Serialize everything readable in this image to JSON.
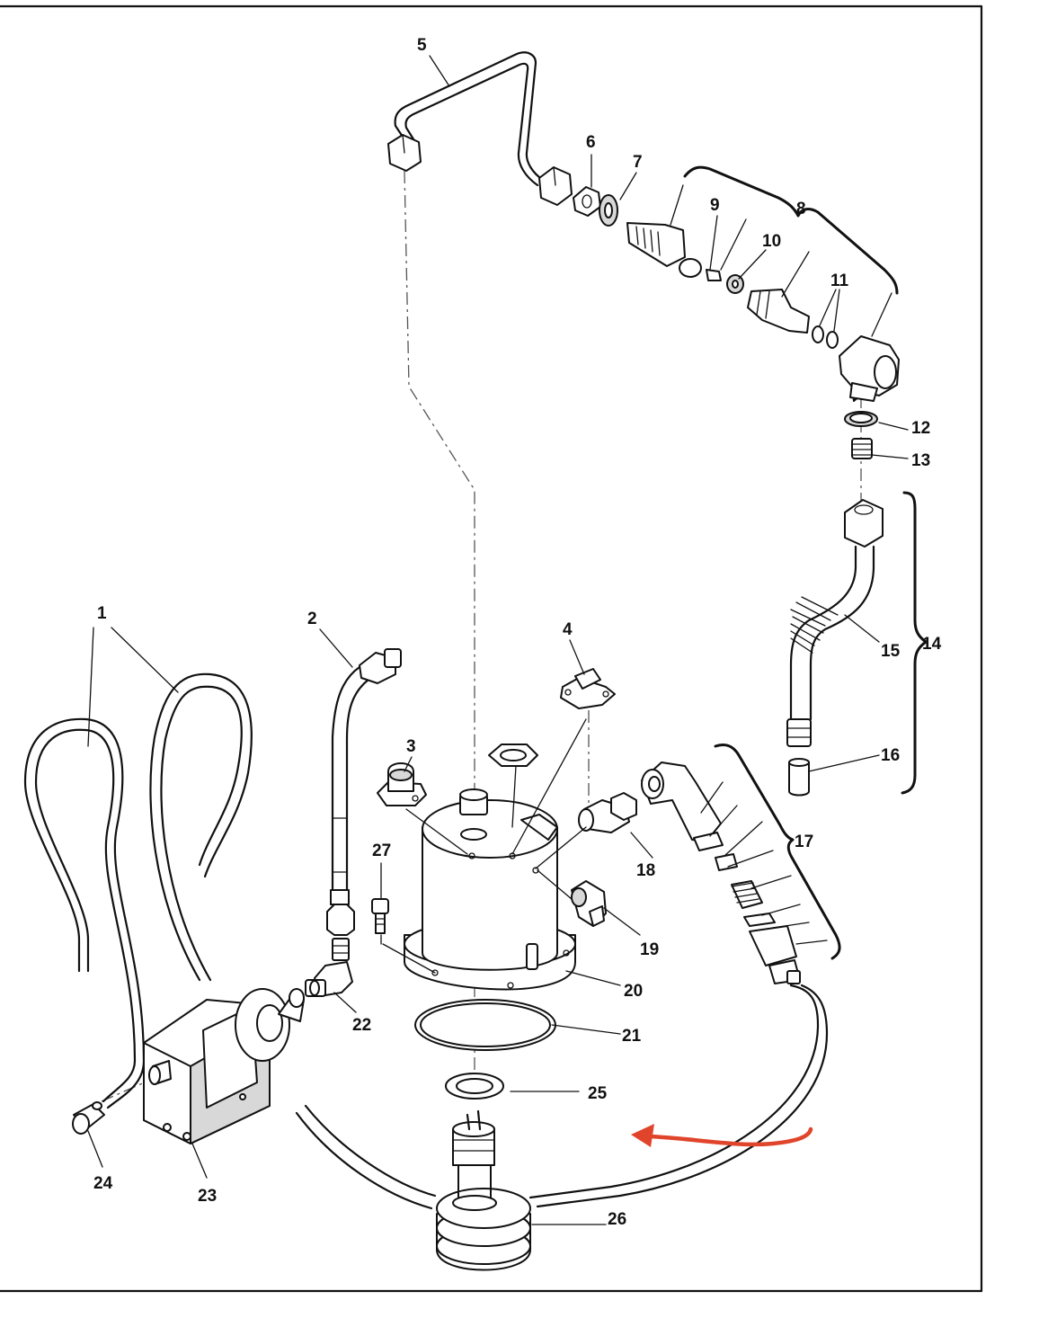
{
  "labels": {
    "p1": "1",
    "p2": "2",
    "p3": "3",
    "p4": "4",
    "p5": "5",
    "p6": "6",
    "p7": "7",
    "p8": "8",
    "p9": "9",
    "p10": "10",
    "p11": "11",
    "p12": "12",
    "p13": "13",
    "p14": "14",
    "p15": "15",
    "p16": "16",
    "p17": "17",
    "p18": "18",
    "p19": "19",
    "p20": "20",
    "p21": "21",
    "p22": "22",
    "p23": "23",
    "p24": "24",
    "p25": "25",
    "p26": "26",
    "p27": "27"
  },
  "colors": {
    "ink": "#111111",
    "background": "#ffffff",
    "highlight_arrow": "#e0452b"
  }
}
